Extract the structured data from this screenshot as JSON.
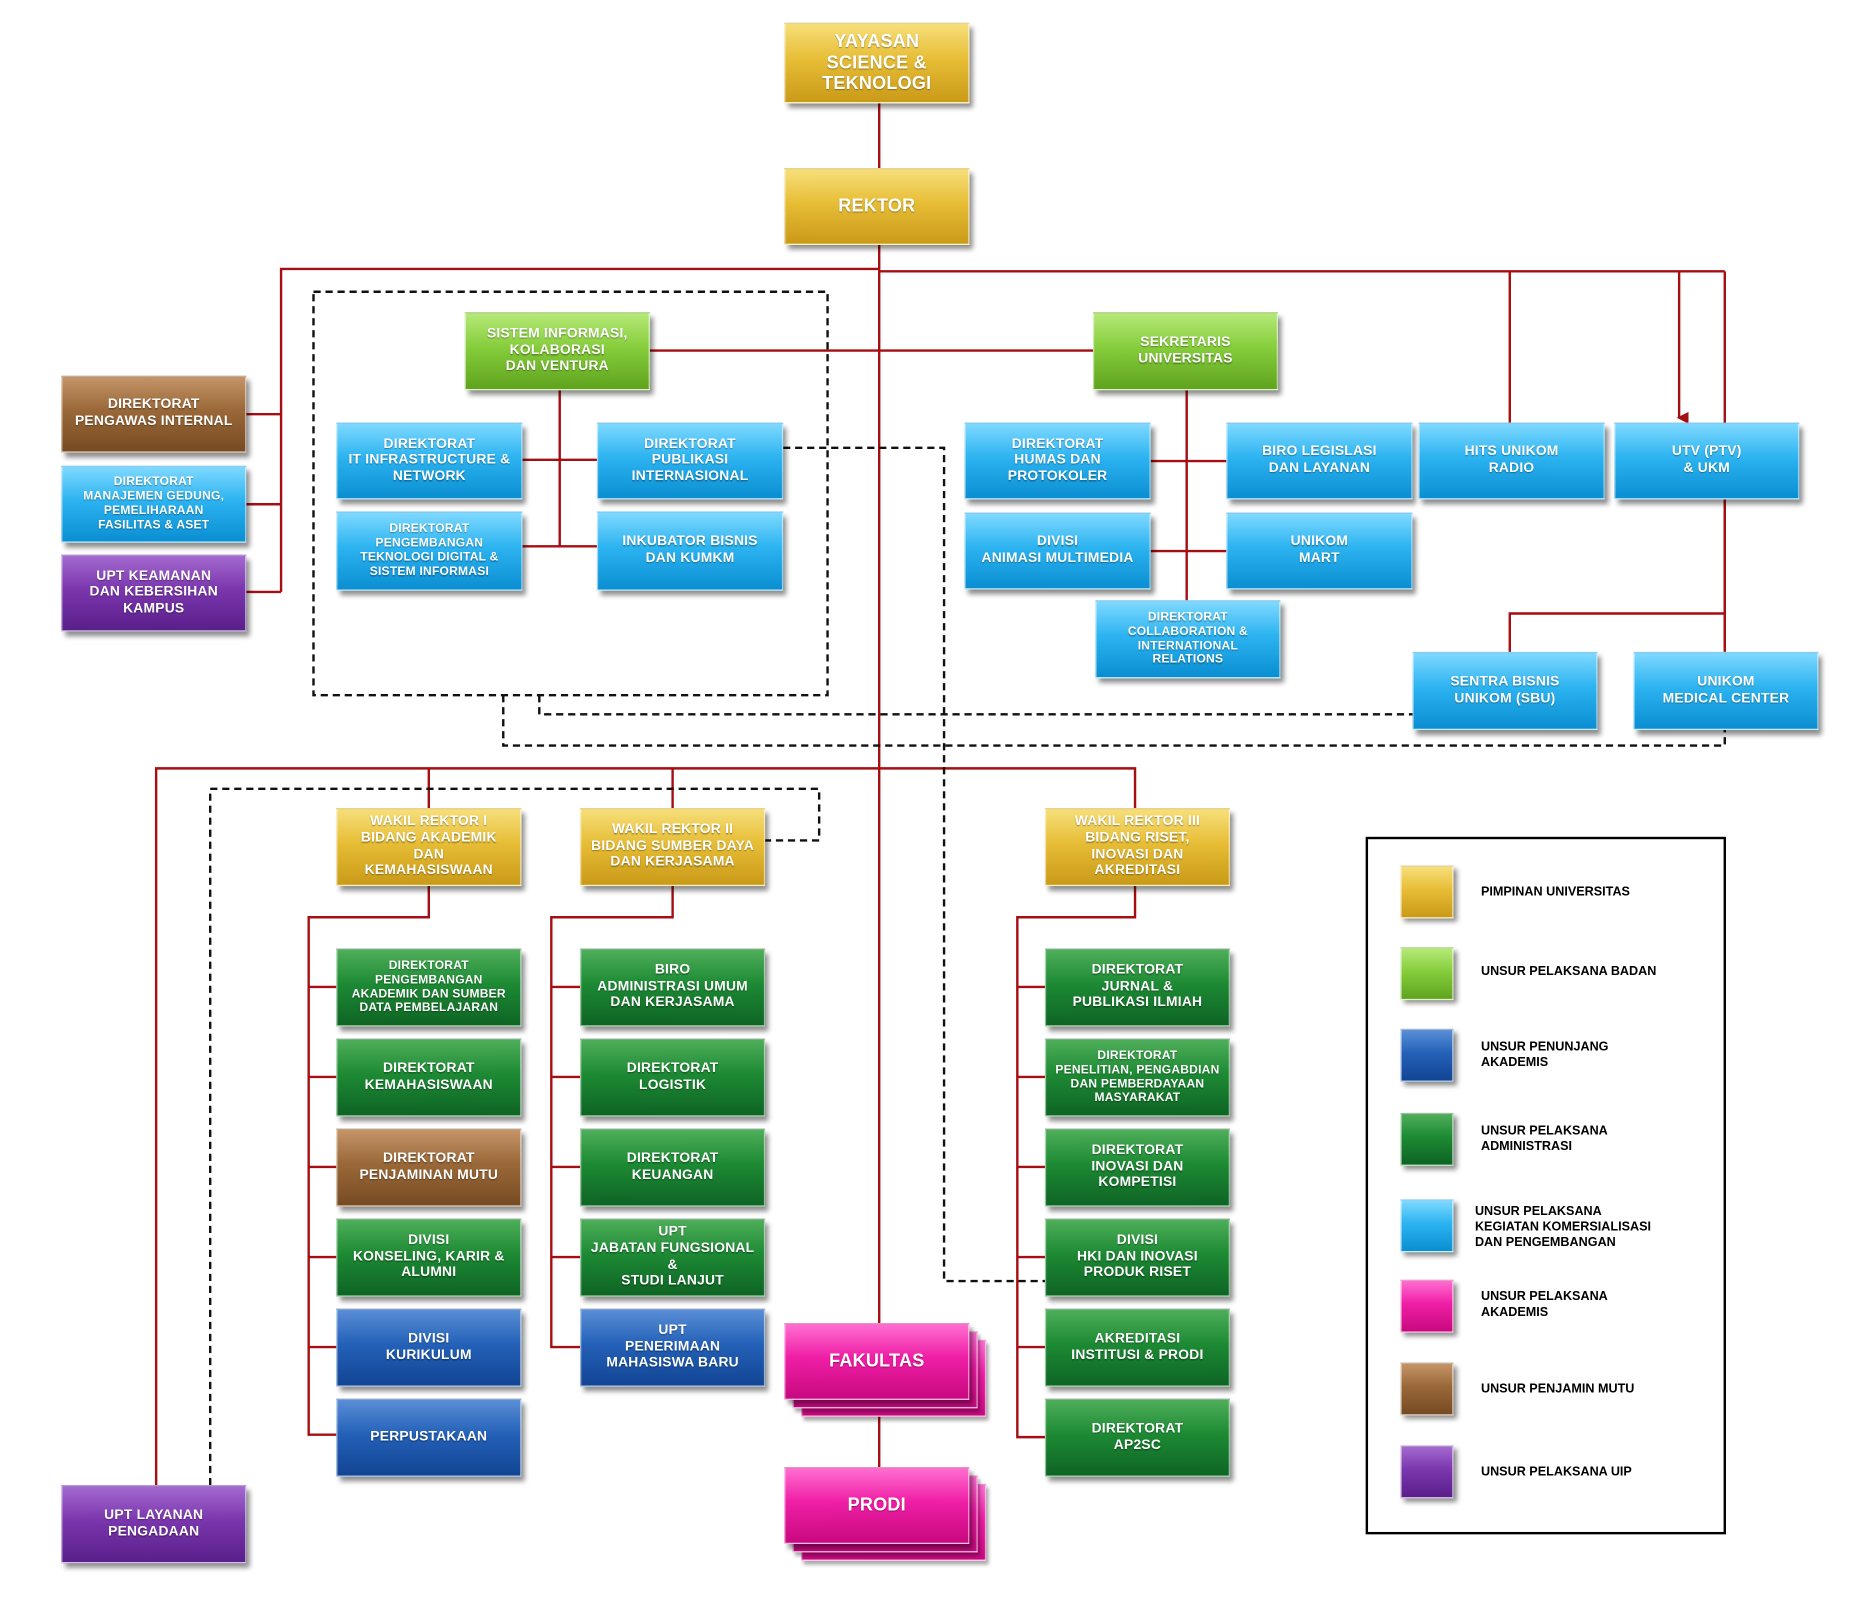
{
  "colors": {
    "connector": "#a50e12",
    "dashed": "#111111",
    "gold": "#e7bd36",
    "light_green": "#86cd3c",
    "sky_blue": "#2cb3f0",
    "dark_green": "#1d8a34",
    "blue": "#2461b8",
    "brown": "#9a6838",
    "purple": "#7a36ad",
    "pink": "#ef1ea6"
  },
  "units": {
    "yayasan": "YAYASAN\nSCIENCE &\nTEKNOLOGI",
    "rektor": "REKTOR",
    "dir_pengawas": "DIREKTORAT\nPENGAWAS INTERNAL",
    "dir_manajemen": "DIREKTORAT\nMANAJEMEN GEDUNG,\nPEMELIHARAAN\nFASILITAS & ASET",
    "upt_keamanan": "UPT KEAMANAN\nDAN KEBERSIHAN\nKAMPUS",
    "sistem_informasi": "SISTEM INFORMASI,\nKOLABORASI\nDAN VENTURA",
    "dir_it": "DIREKTORAT\nIT INFRASTRUCTURE &\nNETWORK",
    "dir_publikasi": "DIREKTORAT\nPUBLIKASI\nINTERNASIONAL",
    "dir_pengembangan_tek": "DIREKTORAT\nPENGEMBANGAN\nTEKNOLOGI DIGITAL &\nSISTEM INFORMASI",
    "inkubator": "INKUBATOR BISNIS\nDAN KUMKM",
    "sekretaris": "SEKRETARIS\nUNIVERSITAS",
    "dir_humas": "DIREKTORAT\nHUMAS DAN\nPROTOKOLER",
    "biro_legislasi": "BIRO LEGISLASI\nDAN LAYANAN",
    "divisi_animasi": "DIVISI\nANIMASI MULTIMEDIA",
    "unikom_mart": "UNIKOM\nMART",
    "dir_collab": "DIREKTORAT\nCOLLABORATION &\nINTERNATIONAL RELATIONS",
    "hits_radio": "HITS UNIKOM\nRADIO",
    "utv": "UTV (PTV)\n& UKM",
    "sentra_bisnis": "SENTRA BISNIS\nUNIKOM (SBU)",
    "medical_center": "UNIKOM\nMEDICAL CENTER",
    "wr1": "WAKIL REKTOR I\nBIDANG AKADEMIK DAN\nKEMAHASISWAAN",
    "wr2": "WAKIL REKTOR II\nBIDANG SUMBER DAYA\nDAN KERJASAMA",
    "wr3": "WAKIL REKTOR III\nBIDANG RISET,\nINOVASI DAN AKREDITASI",
    "dir_pengembangan_akademik": "DIREKTORAT\nPENGEMBANGAN\nAKADEMIK DAN SUMBER\nDATA PEMBELAJARAN",
    "dir_kemahasiswaan": "DIREKTORAT\nKEMAHASISWAAN",
    "dir_penjaminan_mutu": "DIREKTORAT\nPENJAMINAN MUTU",
    "divisi_konseling": "DIVISI\nKONSELING, KARIR &\nALUMNI",
    "divisi_kurikulum": "DIVISI\nKURIKULUM",
    "perpustakaan": "PERPUSTAKAAN",
    "biro_administrasi": "BIRO\nADMINISTRASI UMUM\nDAN KERJASAMA",
    "dir_logistik": "DIREKTORAT\nLOGISTIK",
    "dir_keuangan": "DIREKTORAT\nKEUANGAN",
    "upt_jabatan": "UPT\nJABATAN FUNGSIONAL &\nSTUDI LANJUT",
    "upt_penerimaan": "UPT\nPENERIMAAN\nMAHASISWA BARU",
    "dir_jurnal": "DIREKTORAT\nJURNAL &\nPUBLIKASI ILMIAH",
    "dir_penelitian": "DIREKTORAT\nPENELITIAN, PENGABDIAN\nDAN PEMBERDAYAAN\nMASYARAKAT",
    "dir_inovasi": "DIREKTORAT\nINOVASI DAN KOMPETISI",
    "divisi_hki": "DIVISI\nHKI DAN INOVASI\nPRODUK RISET",
    "akreditasi": "AKREDITASI\nINSTITUSI & PRODI",
    "dir_ap2sc": "DIREKTORAT\nAP2SC",
    "fakultas": "FAKULTAS",
    "prodi": "PRODI",
    "upt_pengadaan": "UPT LAYANAN\nPENGADAAN"
  },
  "legend": [
    {
      "label": "PIMPINAN UNIVERSITAS",
      "color": "gold"
    },
    {
      "label": "UNSUR PELAKSANA BADAN",
      "color": "lgreen"
    },
    {
      "label": "UNSUR PENUNJANG\nAKADEMIS",
      "color": "blue"
    },
    {
      "label": "UNSUR PELAKSANA\nADMINISTRASI",
      "color": "dgreen"
    },
    {
      "label": "UNSUR PELAKSANA\nKEGIATAN KOMERSIALISASI\nDAN PENGEMBANGAN",
      "color": "sky"
    },
    {
      "label": "UNSUR PELAKSANA\nAKADEMIS",
      "color": "pink"
    },
    {
      "label": "UNSUR PENJAMIN MUTU",
      "color": "brown"
    },
    {
      "label": "UNSUR PELAKSANA UIP",
      "color": "purple"
    }
  ]
}
